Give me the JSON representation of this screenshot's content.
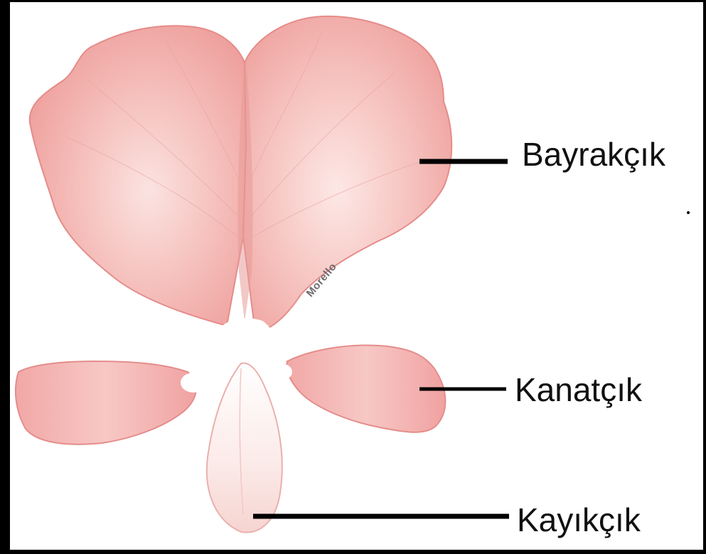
{
  "labels": {
    "banner": "Bayrakçık",
    "wing": "Kanatçık",
    "keel": "Kayıkçık"
  },
  "signature": "Morello",
  "colors": {
    "background": "#ffffff",
    "border": "#000000",
    "petal_edge": "#e88a8a",
    "petal_fill": "#f4b7b3",
    "keel_fill": "#fbe6e3",
    "leader_line": "#000000"
  },
  "icons": {
    "banner_petal": "banner-petal-icon",
    "wing_petal": "wing-petal-icon",
    "keel_petal": "keel-petal-icon"
  }
}
